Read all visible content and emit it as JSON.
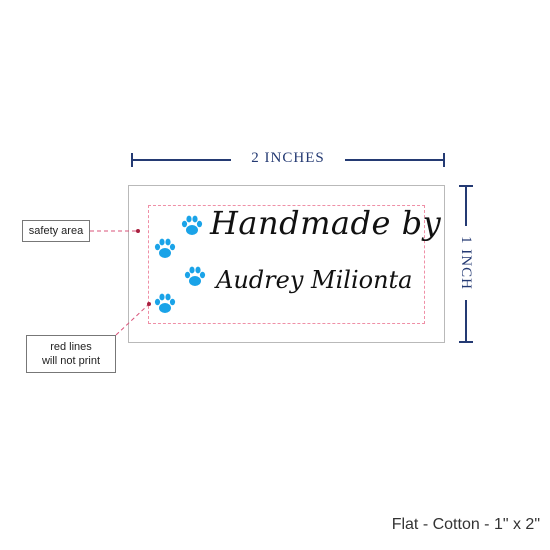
{
  "dimensions": {
    "width_label": "2 INCHES",
    "height_label": "1 INCH"
  },
  "label": {
    "line1": "Handmade by",
    "line2": "Audrey Milionta",
    "paw_color": "#1aa3e8",
    "safety_line_color": "#ef8fa6"
  },
  "callouts": {
    "safety_area": "safety area",
    "red_lines_line1": "red lines",
    "red_lines_line2": "will not print"
  },
  "footer": {
    "product": "Flat - Cotton - 1\" x 2\""
  },
  "colors": {
    "dimension": "#243a73",
    "leader": "#d9537a"
  }
}
